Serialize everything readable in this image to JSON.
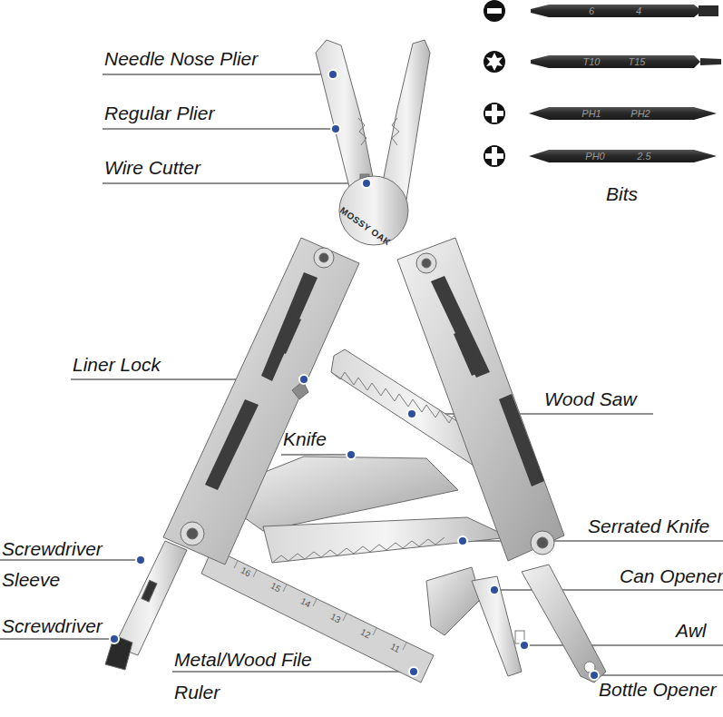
{
  "diagram": {
    "labels": [
      "Needle Nose Plier",
      "6",
      "4",
      "T10",
      "T15",
      "PH1",
      "PH2",
      "PH0",
      "2.5",
      "Bits",
      "Regular Plier",
      "Wire Cutter",
      "MOSSY OAK",
      "Liner Lock",
      "Wood Saw",
      "Knife",
      "Screwdriver Sleeve",
      "Serrated Knife",
      "Can Opener",
      "16",
      "15",
      "14",
      "13",
      "12",
      "11",
      "Screwdriver",
      "Awl",
      "Metal/Wood File Ruler",
      "Bottle Opener"
    ]
  }
}
